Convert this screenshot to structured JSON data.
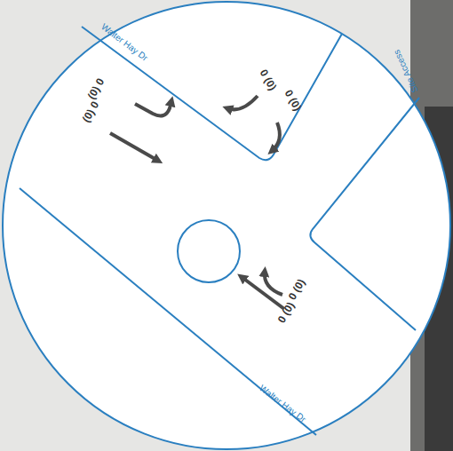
{
  "diagram": {
    "labels": [
      "Walter Hay Dr",
      "Site Access",
      "Walter Hay Dr",
      "(0) 0",
      "(0) 0",
      "0 (0)",
      "0 (0)",
      "0 (0)",
      "0 (0)"
    ]
  }
}
